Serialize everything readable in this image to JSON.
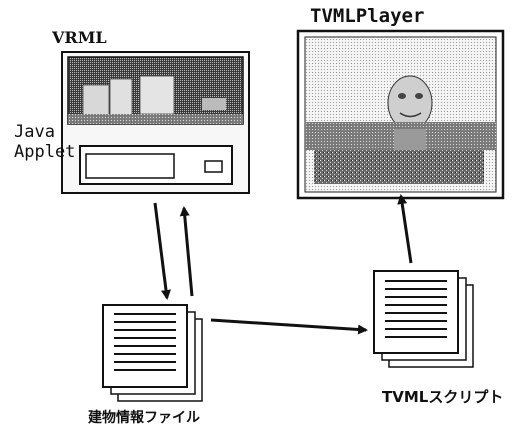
{
  "labels": {
    "vrml": "VRML",
    "tvml_player": "TVMLPlayer",
    "java_line1": "Java",
    "java_line2": "Applet",
    "building_info_file": "建物情報ファイル",
    "tvml_script": "TVMLスクリプト"
  },
  "icons": {
    "vrml_window": "computer-monitor-icon",
    "player_window": "tv-screen-icon",
    "documents": "document-stack-icon"
  }
}
